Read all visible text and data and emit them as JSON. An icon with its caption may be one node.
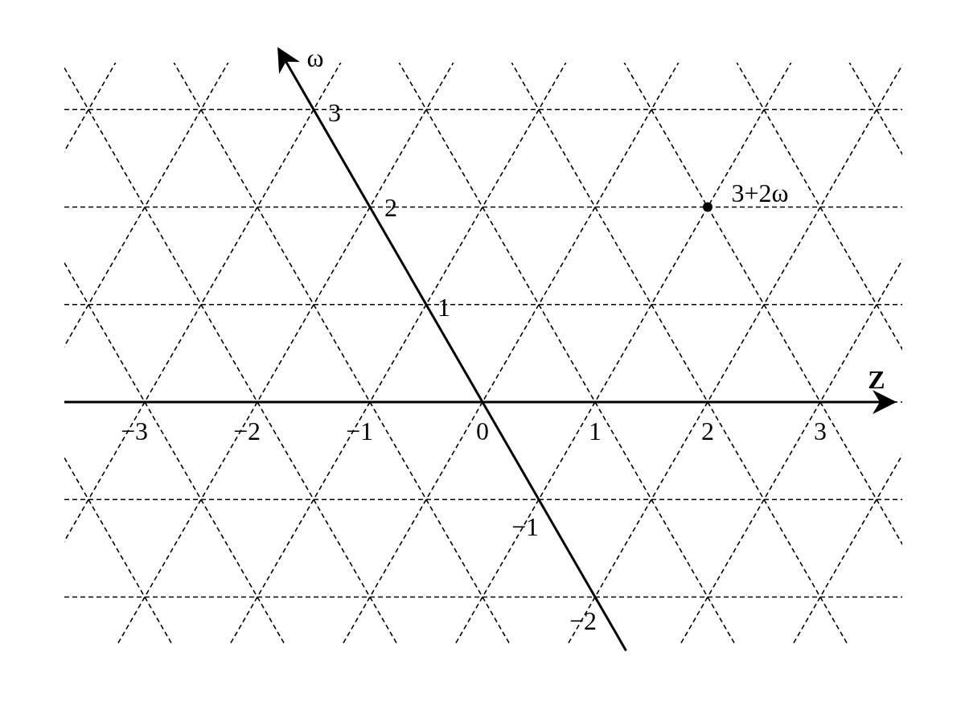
{
  "diagram": {
    "labels": [
      "ω",
      "3",
      "2",
      "3+2ω",
      "1",
      "Z",
      "−3",
      "−2",
      "−1",
      "0",
      "1",
      "2",
      "3",
      "−1",
      "−2"
    ]
  }
}
